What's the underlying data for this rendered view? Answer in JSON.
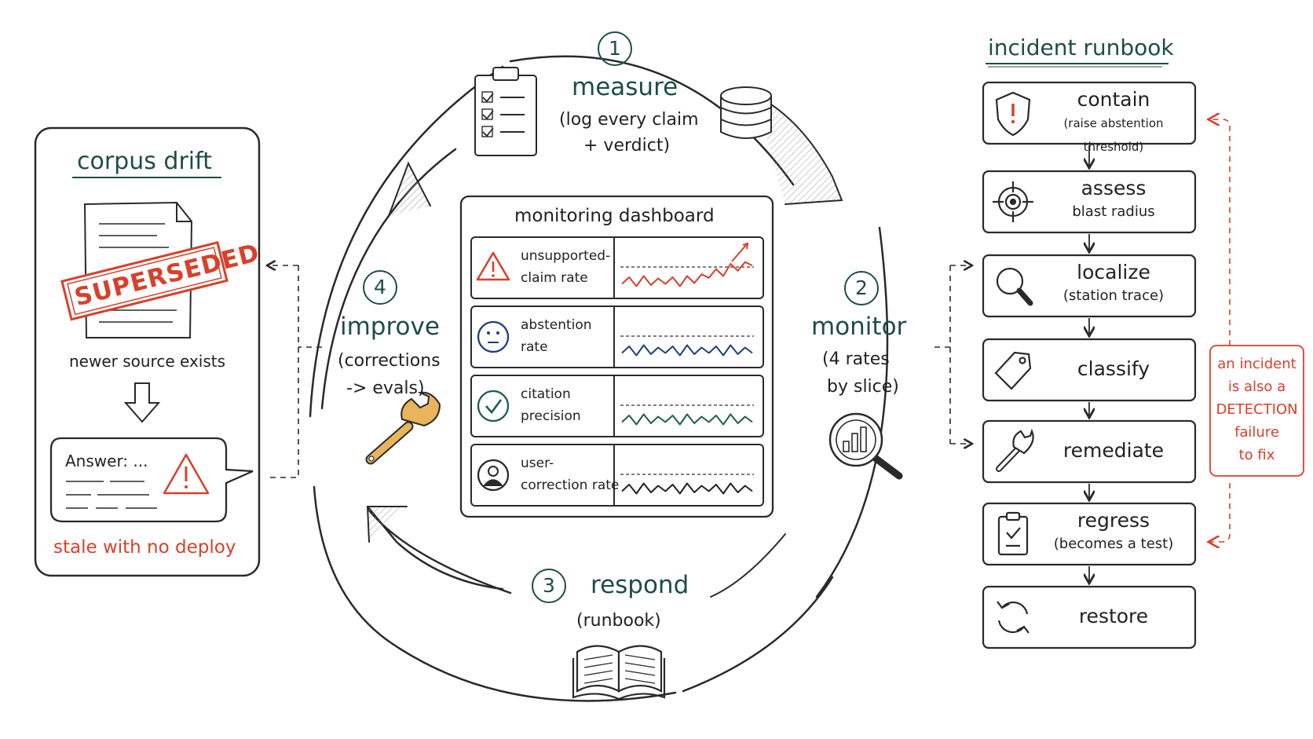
{
  "corpus_drift": {
    "title": "corpus drift",
    "stamp": "SUPERSEDED",
    "caption": "newer source exists",
    "answer": "Answer: ...",
    "footer": "stale with no deploy"
  },
  "cycle": {
    "measure": {
      "number": "1",
      "title": "measure",
      "sub1": "(log every claim",
      "sub2": "+ verdict)"
    },
    "monitor": {
      "number": "2",
      "title": "monitor",
      "sub1": "(4 rates",
      "sub2": "by slice)"
    },
    "respond": {
      "number": "3",
      "title": "respond",
      "sub1": "(runbook)"
    },
    "improve": {
      "number": "4",
      "title": "improve",
      "sub1": "(corrections",
      "sub2": "-> evals)"
    }
  },
  "dashboard": {
    "title": "monitoring dashboard",
    "rows": [
      {
        "line1": "unsupported-",
        "line2": "claim rate",
        "icon": "warning-icon",
        "trend": "rising",
        "color": "#d8402b"
      },
      {
        "line1": "abstention",
        "line2": "rate",
        "icon": "neutral-face-icon",
        "trend": "flat",
        "color": "#1f3f7a"
      },
      {
        "line1": "citation",
        "line2": "precision",
        "icon": "check-circle-icon",
        "trend": "flat",
        "color": "#1f5d4f"
      },
      {
        "line1": "user-",
        "line2": "correction rate",
        "icon": "user-icon",
        "trend": "flat",
        "color": "#222222"
      }
    ]
  },
  "runbook": {
    "title": "incident runbook",
    "steps": [
      {
        "title": "contain",
        "sub": "(raise abstention threshold)",
        "icon": "shield-alert-icon"
      },
      {
        "title": "assess",
        "sub": "blast radius",
        "icon": "crosshair-icon"
      },
      {
        "title": "localize",
        "sub": "(station trace)",
        "icon": "magnifier-icon"
      },
      {
        "title": "classify",
        "sub": "",
        "icon": "tag-icon"
      },
      {
        "title": "remediate",
        "sub": "",
        "icon": "wrench-icon"
      },
      {
        "title": "regress",
        "sub": "(becomes a test)",
        "icon": "clipboard-check-icon"
      },
      {
        "title": "restore",
        "sub": "",
        "icon": "refresh-icon"
      }
    ],
    "note_lines": [
      "an incident",
      "is also a",
      "DETECTION",
      "failure",
      "to fix"
    ]
  },
  "colors": {
    "green": "#1f4d45",
    "red": "#d8402b",
    "ink": "#2a2a2a",
    "wood": "#e8b45c"
  }
}
